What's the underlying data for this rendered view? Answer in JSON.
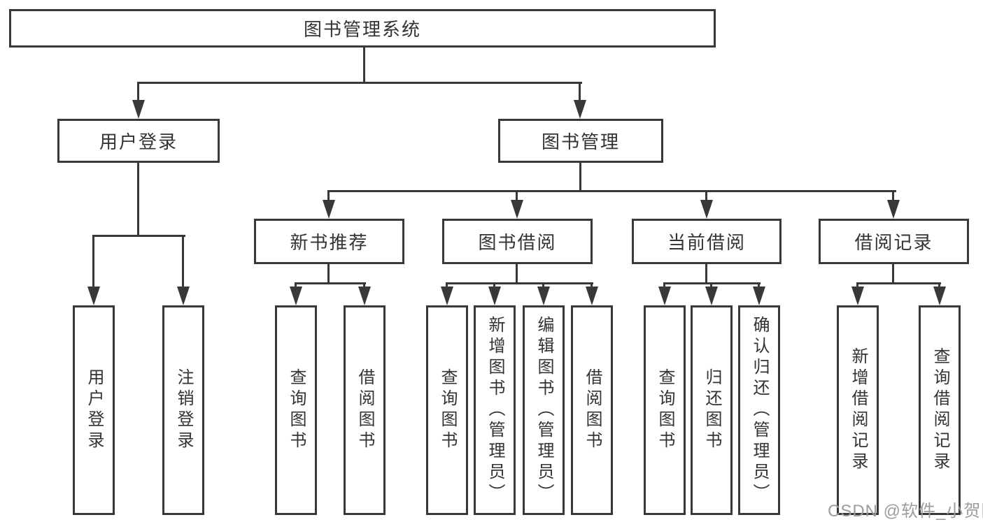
{
  "palette": {
    "line": "#383838",
    "text": "#333333",
    "watermark_color": "#9c9c9c",
    "bg": "#ffffff"
  },
  "nodes": {
    "root": "图书管理系统",
    "user_login": "用户登录",
    "book_mgmt": "图书管理",
    "new_book": "新书推荐",
    "book_borrow": "图书借阅",
    "current_borrow": "当前借阅",
    "borrow_record": "借阅记录"
  },
  "leaves": {
    "user_login": [
      "用户登录",
      "注销登录"
    ],
    "new_book": [
      "查询图书",
      "借阅图书"
    ],
    "book_borrow": [
      "查询图书",
      "新增图书（管理员）",
      "编辑图书（管理员）",
      "借阅图书"
    ],
    "current_borrow": [
      "查询图书",
      "归还图书",
      "确认归还（管理员）"
    ],
    "borrow_record": [
      "新增借阅记录",
      "查询借阅记录"
    ]
  },
  "watermark": "CSDN @软件_小贺同学"
}
